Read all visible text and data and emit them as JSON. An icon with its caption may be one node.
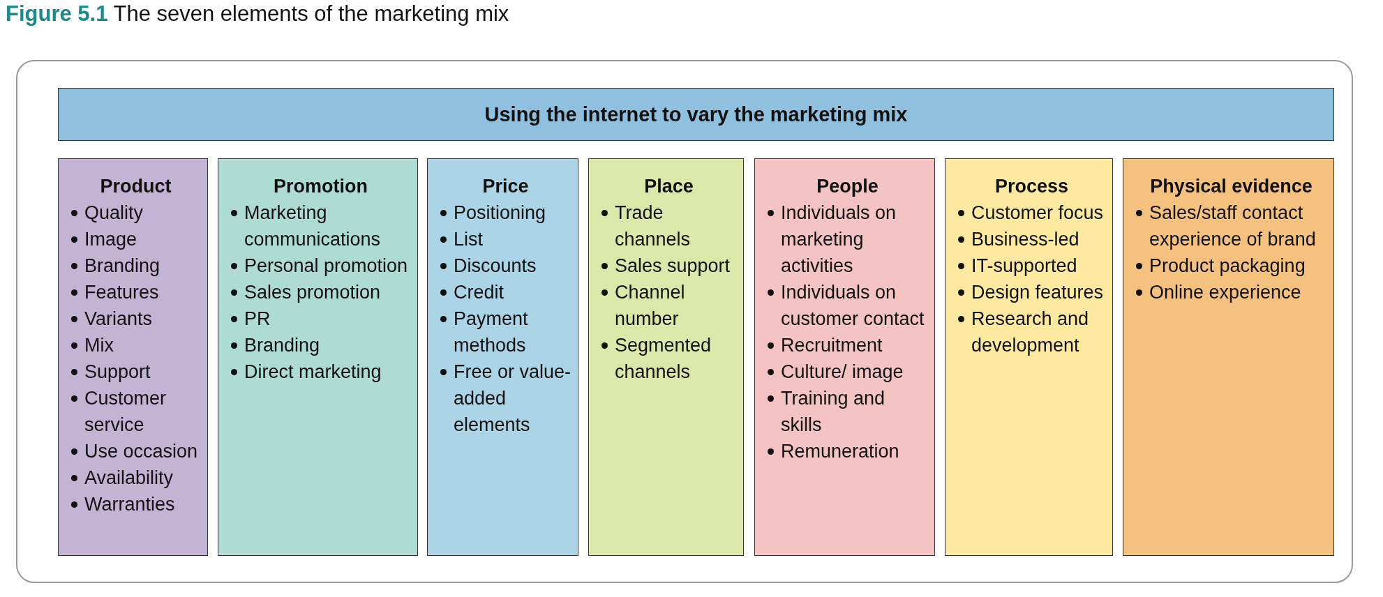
{
  "diagram": {
    "title": "**Figure 5.1** The seven elements of the marketing mix",
    "nodes": [
      {
        "text": [
          "Using the internet to vary the marketing mix"
        ]
      },
      {
        "text": [
          "Product",
          "Quality",
          "Image",
          "Branding",
          "Features",
          "Variants",
          "Mix",
          "Support",
          "Customer service",
          "Use occasion",
          "Availability",
          "Warranties"
        ]
      },
      {
        "text": [
          "Promotion",
          "Marketing communications",
          "Personal promotion",
          "Sales promotion",
          "PR",
          "Branding",
          "Direct marketing"
        ]
      },
      {
        "text": [
          "Price",
          "Positioning",
          "List",
          "Discounts",
          "Credit",
          "Payment methods",
          "Free or value-added elements"
        ]
      },
      {
        "text": [
          "Place",
          "Trade channels",
          "Sales support",
          "Channel number",
          "Segmented channels"
        ]
      },
      {
        "text": [
          "People",
          "Individuals on marketing activities",
          "Individuals on customer contact",
          "Recruitment",
          "Culture/ image",
          "Training and skills",
          "Remuneration"
        ]
      },
      {
        "text": [
          "Process",
          "Customer focus",
          "Business-led",
          "IT-supported",
          "Design features",
          "Research and development"
        ]
      },
      {
        "text": [
          "Physical evidence",
          "Sales/staff contact experience of brand",
          "Product packaging",
          "Online experience"
        ]
      }
    ]
  }
}
